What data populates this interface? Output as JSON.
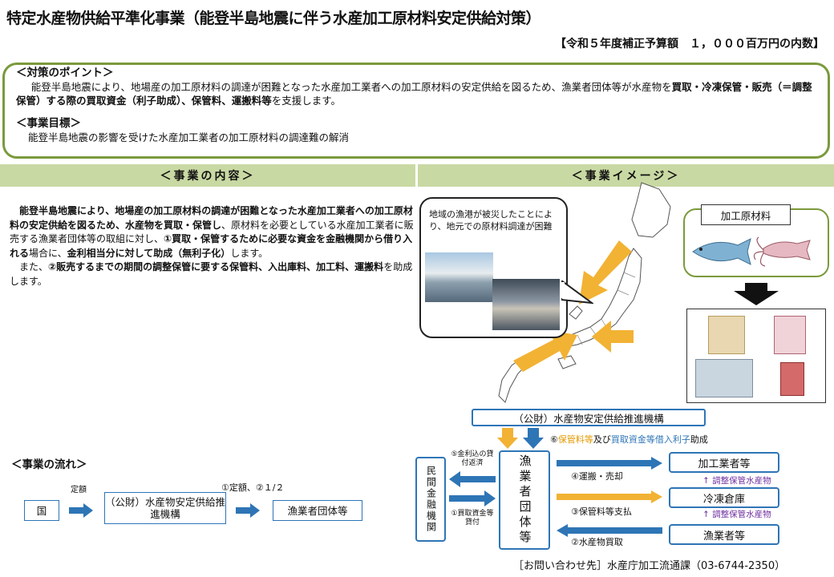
{
  "title": "特定水産物供給平準化事業（能登半島地震に伴う水産加工原材料安定供給対策）",
  "budget": "【令和５年度補正予算額　１，０００百万円の内数】",
  "points": {
    "heading": "＜対策のポイント＞",
    "line1_a": "能登半島地震により、地場産の加工原材料の調達が困難となった水産加工業者への加工原材料の安定供給を図るため、漁業者団体等が水産物を",
    "line1_b": "買取・",
    "line2_b": "冷凍保管・販売（＝調整保管）する際の買取資金（利子助成）、保管料、運搬料等",
    "line2_c": "を支援します。",
    "goal_heading": "＜事業目標＞",
    "goal_text": "能登半島地震の影響を受けた水産加工業者の加工原材料の調達難の解消"
  },
  "sections": {
    "content": "＜事業の内容＞",
    "image": "＜事業イメージ＞"
  },
  "content": {
    "p1_a": "能登半島地震により、地場産の加工原材料の調達が困難となった水産加工業者への加工原材料の安定供給を図るため、水産物を買取・保管し",
    "p1_b": "、原材料を必要としている水産加工業者に販売する漁業者団体等の取組に対し、",
    "p1_c": "①買取・保管するために必要な資金を金融機関から借り入れる",
    "p1_d": "場合に、",
    "p1_e": "金利相当分に対して助成（無利子化）",
    "p1_f": "します。",
    "p2_a": "また、",
    "p2_b": "②販売するまでの期間の調整保管に要する保管料、入出庫料、加工料、運搬料",
    "p2_c": "を助成します。"
  },
  "flow": {
    "heading": "＜事業の流れ＞",
    "country": "国",
    "teigaku": "定額",
    "org": "（公財）水産物安定供給推進機構",
    "rate": "①定額、②１/２",
    "fishers_group": "漁業者団体等"
  },
  "image": {
    "bubble_text": "地域の漁港が被災したことにより、地元での原材料調達が困難",
    "raw_materials": "加工原材料",
    "org_top": "（公財）水産物安定供給推進機構",
    "subsidy_num": "⑥",
    "subsidy_a": "保管料等",
    "subsidy_b": "及び",
    "subsidy_c": "買取資金等借入利子",
    "subsidy_d": "助成",
    "fisher_org": "漁業者団体等",
    "bank": "民間金融機関",
    "repay": "⑤金利込の貸付返済",
    "loan": "①買取資金等貸付",
    "transport": "④運搬・売却",
    "storage_fee": "③保管料等支払",
    "purchase": "②水産物買取",
    "processors": "加工業者等",
    "cold_storage": "冷凍倉庫",
    "fishers": "漁業者等",
    "adjust1": "調整保管水産物",
    "adjust2": "調整保管水産物"
  },
  "contact": "［お問い合わせ先］水産庁加工流通課（03-6744-2350）",
  "colors": {
    "green": "#7a9a3c",
    "bar": "#c9d9a3",
    "blue": "#2e75b6",
    "orange": "#f2b233",
    "purple": "#7030a0"
  }
}
